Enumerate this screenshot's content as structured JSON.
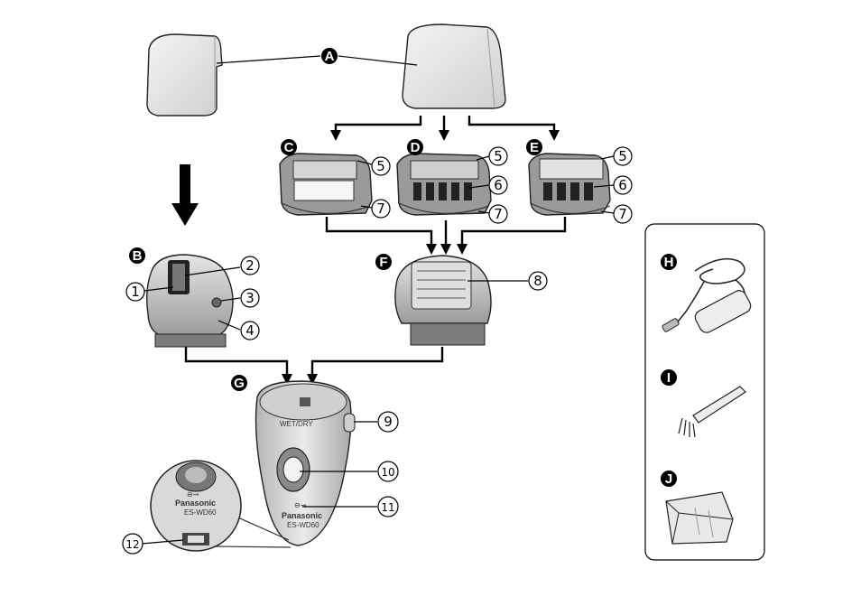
{
  "badges": {
    "A": "A",
    "B": "B",
    "C": "C",
    "D": "D",
    "E": "E",
    "F": "F",
    "G": "G",
    "H": "H",
    "I": "I",
    "J": "J"
  },
  "numbers": {
    "n1": "1",
    "n2": "2",
    "n3": "3",
    "n4": "4",
    "n5": "5",
    "n6": "6",
    "n7": "7",
    "n8": "8",
    "n9": "9",
    "n10": "10",
    "n11": "11",
    "n12": "12"
  },
  "device": {
    "wet_dry": "WET/DRY",
    "brand": "Panasonic",
    "model": "ES-WD60",
    "zoom_brand": "Panasonic",
    "zoom_model": "ES-WD60"
  },
  "icons": {
    "power_symbol": "power-plug-icon"
  }
}
